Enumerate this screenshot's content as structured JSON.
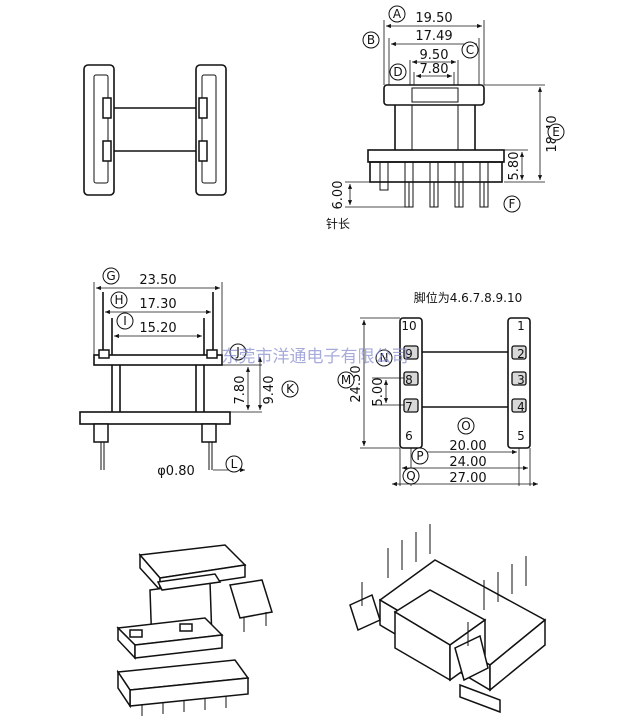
{
  "top_right_view": {
    "dimensions": {
      "A": "19.50",
      "B": "17.49",
      "C": "9.50",
      "D": "7.80",
      "E": "18.40",
      "F": "5.80",
      "pin_length": "6.00"
    },
    "pin_length_label": "针长",
    "callouts": [
      "A",
      "B",
      "C",
      "D",
      "E",
      "F"
    ]
  },
  "front_view": {
    "dimensions": {
      "G": "23.50",
      "H": "17.30",
      "I": "15.20",
      "K1": "7.80",
      "K2": "9.40",
      "L": "φ0.80"
    },
    "callouts": [
      "G",
      "H",
      "I",
      "J",
      "K",
      "L"
    ]
  },
  "bottom_view": {
    "pin_positions_note": "脚位为4.6.7.8.9.10",
    "dimensions": {
      "M": "24.50",
      "N": "5.00",
      "O": "20.00",
      "P": "24.00",
      "Q": "27.00"
    },
    "pin_numbers_left": [
      "10",
      "9",
      "8",
      "7",
      "6"
    ],
    "pin_numbers_right": [
      "1",
      "2",
      "3",
      "4",
      "5"
    ],
    "callouts": [
      "M",
      "N",
      "O",
      "P",
      "Q"
    ]
  },
  "watermark": "东莞市洋通电子有限公司"
}
